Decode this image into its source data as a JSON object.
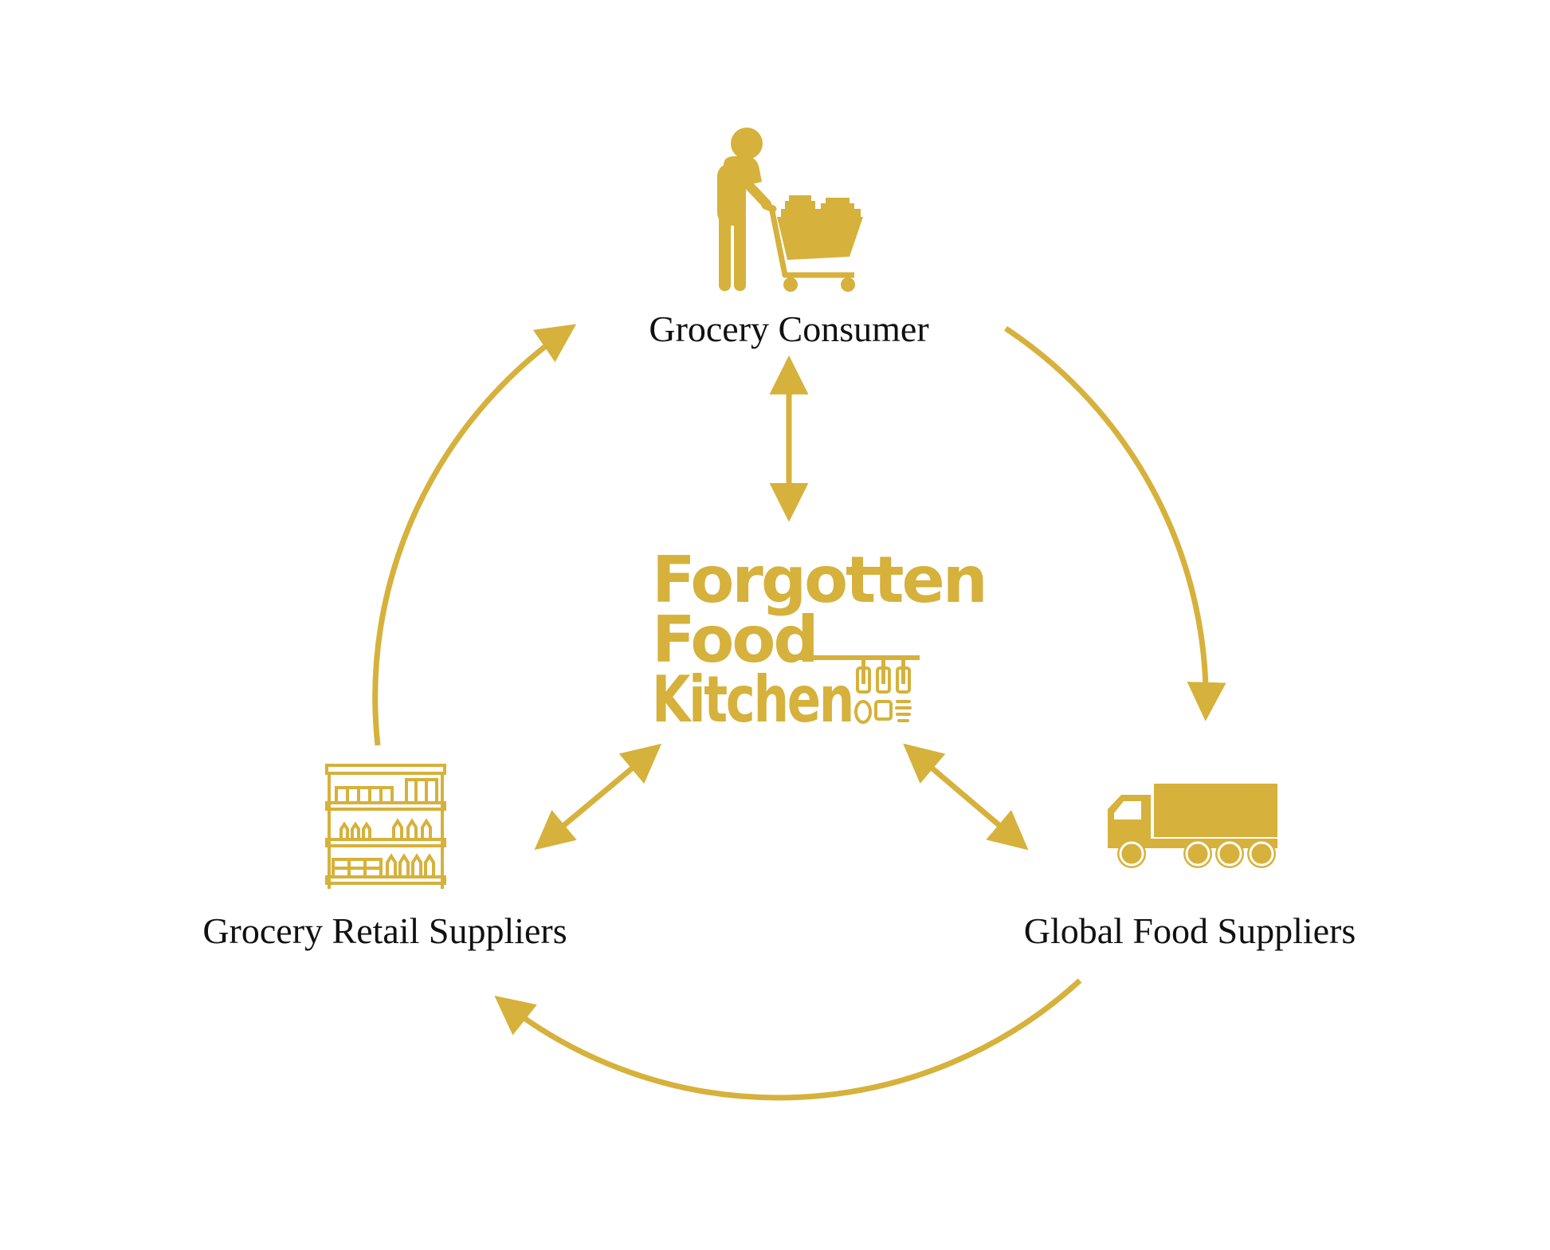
{
  "colors": {
    "accent": "#D6B13B",
    "text": "#111111",
    "background": "#FFFFFF"
  },
  "center": {
    "logo_lines": [
      "Forgotten",
      "Food",
      "Kitchen"
    ],
    "icon": "kitchen-utensils-icon"
  },
  "nodes": {
    "consumer": {
      "label": "Grocery Consumer",
      "icon": "shopper-with-cart-icon"
    },
    "global": {
      "label": "Global Food Suppliers",
      "icon": "delivery-truck-icon"
    },
    "retail": {
      "label": "Grocery Retail Suppliers",
      "icon": "store-shelves-icon"
    }
  },
  "cycle_arrows": [
    {
      "from": "consumer",
      "to": "global"
    },
    {
      "from": "global",
      "to": "retail"
    },
    {
      "from": "retail",
      "to": "consumer"
    }
  ],
  "hub_arrows": [
    {
      "between": [
        "center",
        "consumer"
      ],
      "direction": "both"
    },
    {
      "between": [
        "center",
        "global"
      ],
      "direction": "both"
    },
    {
      "between": [
        "center",
        "retail"
      ],
      "direction": "both"
    }
  ]
}
